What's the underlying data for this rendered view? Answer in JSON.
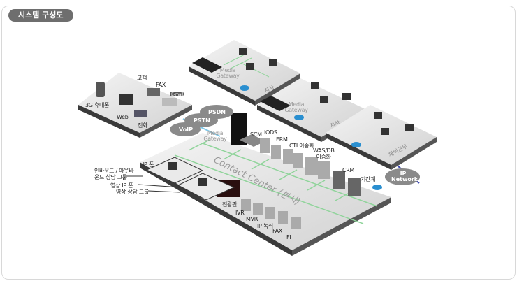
{
  "header": {
    "title": "시스템 구성도"
  },
  "customer": {
    "customer": "고객",
    "mobile": "3G 휴대폰",
    "web": "Web",
    "phone": "전화",
    "fax": "FAX",
    "email": "E-mail"
  },
  "clouds": {
    "psdn": "PSDN",
    "pstn": "PSTN",
    "voip": "VoIP",
    "ip": "IP Network"
  },
  "gateway": "Media Gateway",
  "branches": [
    {
      "label": "지사"
    },
    {
      "label": "지사"
    },
    {
      "label": "재택근무"
    }
  ],
  "main": {
    "title": "Contact Center (본사)",
    "servers": [
      "SCM",
      "IODS",
      "ERM",
      "CTI 이중화",
      "WAS/DB 이중화",
      "CRM",
      "기간계"
    ],
    "lower": [
      "전광판",
      "IVR",
      "MVR",
      "IP 녹취",
      "FAX",
      "FI"
    ],
    "ip_phone": "IP 폰",
    "inbound_group": "인바운드 / 아웃바운드 상담 그룹",
    "video_ip_phone": "영상 IP 폰",
    "video_group": "영상 상담 그룹"
  },
  "colors": {
    "lan": "#8fd49a",
    "wan": "#3a46b0",
    "router": "#2a8fd0",
    "platform": "#e4e4e4",
    "cloud": "#8a8a8a"
  }
}
